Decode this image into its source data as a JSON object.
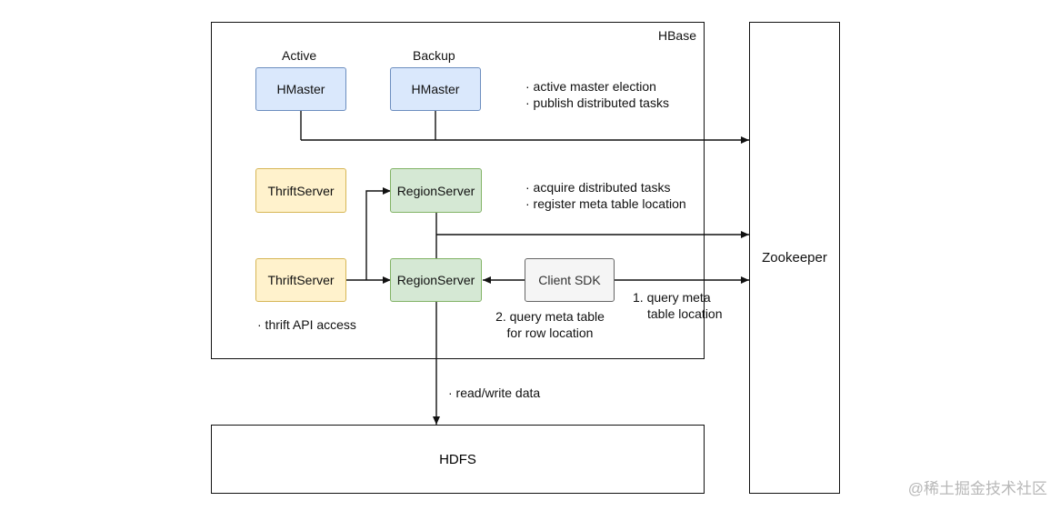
{
  "containers": {
    "hbase": "HBase",
    "zookeeper": "Zookeeper",
    "hdfs": "HDFS"
  },
  "nodes": {
    "hmaster_active": "HMaster",
    "hmaster_backup": "HMaster",
    "thrift_top": "ThriftServer",
    "thrift_bottom": "ThriftServer",
    "region_top": "RegionServer",
    "region_bottom": "RegionServer",
    "client_sdk": "Client SDK"
  },
  "labels": {
    "active": "Active",
    "backup": "Backup",
    "master_note_1": "· active master election",
    "master_note_2": "· publish distributed tasks",
    "region_note_1": "· acquire distributed tasks",
    "region_note_2": "· register meta table location",
    "thrift_note": "· thrift API access",
    "query_meta_1": "1. query meta",
    "query_meta_2": "table location",
    "query_row_1": "2. query meta table",
    "query_row_2": "for row location",
    "read_write": "· read/write data"
  },
  "watermark": "@稀土掘金技术社区"
}
